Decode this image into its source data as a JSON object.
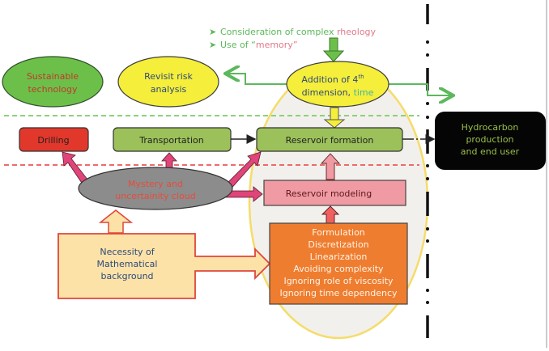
{
  "diagram": {
    "bullets": [
      {
        "prefix": "Consideration of complex ",
        "highlight": "rheology"
      },
      {
        "prefix": "Use of “",
        "highlight": "memory",
        "suffix": "”"
      }
    ],
    "nodes": {
      "sustainable": {
        "line1": "Sustainable",
        "line2": "technology"
      },
      "revisit": {
        "line1": "Revisit risk",
        "line2": "analysis"
      },
      "addition": {
        "line1": "Addition of 4",
        "sup": "th",
        "line2a": "dimension, ",
        "line2b": "time"
      },
      "drilling": {
        "label": "Drilling"
      },
      "transportation": {
        "label": "Transportation"
      },
      "reservoir_formation": {
        "label": "Reservoir formation"
      },
      "hydrocarbon": {
        "line1": "Hydrocarbon",
        "line2": "production",
        "line3": "and end user"
      },
      "mystery": {
        "line1": "Mystery and",
        "line2": "uncertainity cloud"
      },
      "reservoir_modeling": {
        "label": "Reservoir modeling"
      },
      "necessity": {
        "line1": "Necessity of",
        "line2": "Mathematical",
        "line3": "background"
      },
      "formulation": {
        "items": [
          "Formulation",
          "Discretization",
          "Linearization",
          "Avoiding complexity",
          "Ignoring role of viscosity",
          "Ignoring time dependency"
        ]
      }
    },
    "colors": {
      "green_text": "#5cb85c",
      "pink_text": "#e07a8a",
      "sustainable_fill": "#6cc04a",
      "sustainable_text": "#c0392b",
      "yellow_fill": "#f5ee3a",
      "drilling_fill": "#e2382b",
      "box_green": "#9cc15a",
      "pink_box": "#f09aa3",
      "orange_box": "#ef7d30",
      "necessity_fill": "#fde2a8",
      "necessity_stroke": "#e0463a",
      "cloud_fill": "#8c8c8c",
      "arrow_pink": "#e0457a",
      "hydro_text": "#9bbf4a",
      "navy_text": "#2d4a7a",
      "teal_time": "#3fb8a8"
    }
  }
}
